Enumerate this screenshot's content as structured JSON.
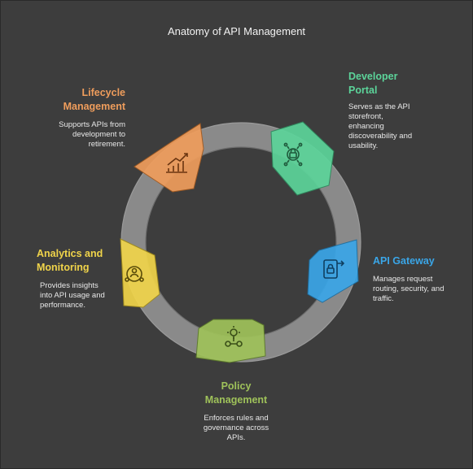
{
  "title": "Anatomy of API Management",
  "stages": [
    {
      "key": "developer_portal",
      "title_lines": [
        "Developer",
        "Portal"
      ],
      "description_lines": [
        "Serves as the API",
        "storefront,",
        "enhancing",
        "discoverability and",
        "usability."
      ],
      "color": "#5cd49a",
      "icon": "developer-portal-icon"
    },
    {
      "key": "api_gateway",
      "title_lines": [
        "API Gateway"
      ],
      "description_lines": [
        "Manages request",
        "routing, security, and",
        "traffic."
      ],
      "color": "#3aa6e8",
      "icon": "api-gateway-icon"
    },
    {
      "key": "policy_management",
      "title_lines": [
        "Policy",
        "Management"
      ],
      "description_lines": [
        "Enforces rules and",
        "governance across",
        "APIs."
      ],
      "color": "#9fc25a",
      "icon": "policy-management-icon"
    },
    {
      "key": "analytics_monitoring",
      "title_lines": [
        "Analytics and",
        "Monitoring"
      ],
      "description_lines": [
        "Provides insights",
        "into API usage and",
        "performance."
      ],
      "color": "#f0d44a",
      "icon": "analytics-monitoring-icon"
    },
    {
      "key": "lifecycle_management",
      "title_lines": [
        "Lifecycle",
        "Management"
      ],
      "description_lines": [
        "Supports APIs from",
        "development to",
        "retirement."
      ],
      "color": "#ef9d5c",
      "icon": "lifecycle-management-icon"
    }
  ]
}
